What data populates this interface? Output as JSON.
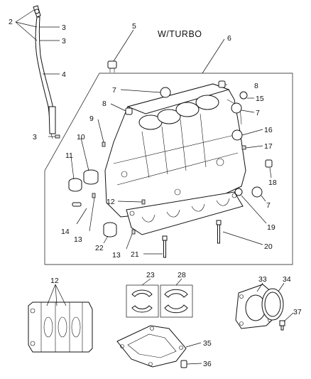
{
  "diagram": {
    "title": "W/TURBO",
    "callouts": {
      "c2": "2",
      "c3a": "3",
      "c3b": "3",
      "c3c": "3",
      "c4": "4",
      "c5": "5",
      "c6": "6",
      "c7a": "7",
      "c7b": "7",
      "c7c": "7",
      "c8a": "8",
      "c8b": "8",
      "c9": "9",
      "c10": "10",
      "c11": "11",
      "c12a": "12",
      "c12b": "12",
      "c13a": "13",
      "c13b": "13",
      "c14": "14",
      "c15": "15",
      "c16": "16",
      "c17": "17",
      "c18": "18",
      "c19": "19",
      "c20": "20",
      "c21": "21",
      "c22": "22",
      "c23": "23",
      "c28": "28",
      "c33": "33",
      "c34": "34",
      "c35": "35",
      "c36": "36",
      "c37": "37"
    }
  }
}
